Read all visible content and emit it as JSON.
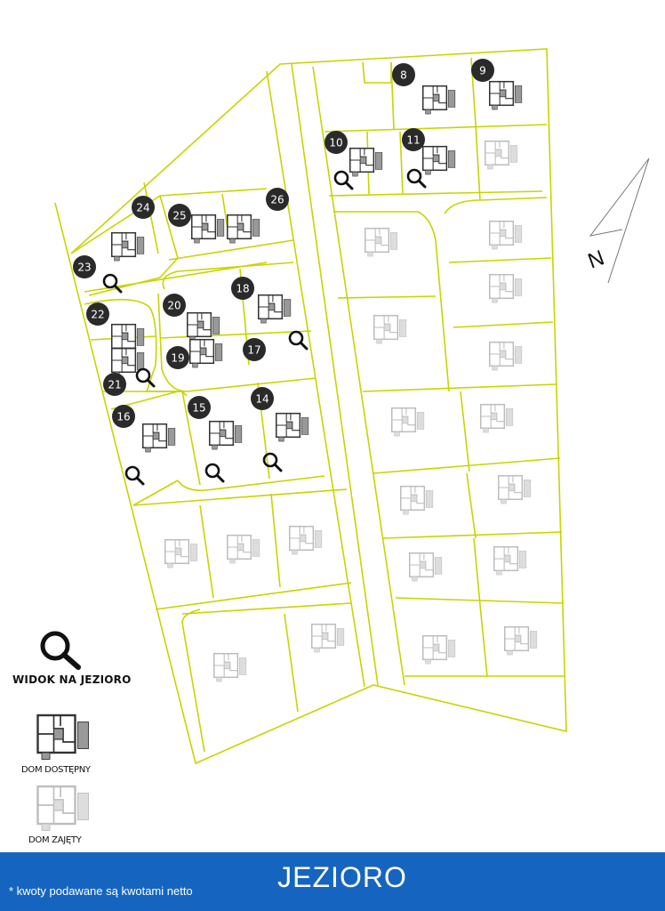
{
  "map": {
    "available_lots": [
      "8",
      "9",
      "10",
      "11",
      "14",
      "15",
      "16",
      "17",
      "18",
      "19",
      "20",
      "21",
      "22",
      "23",
      "24",
      "25",
      "26"
    ],
    "compass": "N",
    "colors": {
      "lot_lines": "#c8d400",
      "badge": "#2a2a2a",
      "available_house": "#333333",
      "taken_house": "#bdbdbd",
      "bar": "#1565c0"
    }
  },
  "legend": {
    "lake_view": "WIDOK NA JEZIORO",
    "available": "DOM DOSTĘPNY",
    "taken": "DOM ZAJĘTY"
  },
  "footer": {
    "lake": "JEZIORO",
    "note": "* kwoty podawane są kwotami netto"
  }
}
